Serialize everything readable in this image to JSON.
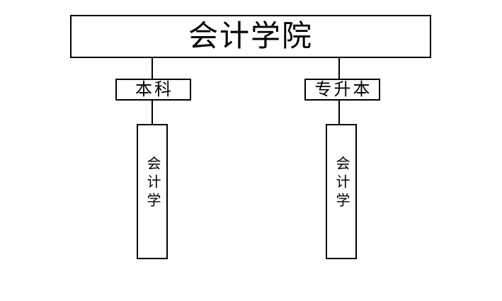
{
  "diagram": {
    "type": "org-chart",
    "title": "会计学院",
    "root": {
      "label": "会计学院"
    },
    "branches": [
      {
        "label": "本科",
        "child": {
          "label": "会计学"
        }
      },
      {
        "label": "专升本",
        "child": {
          "label": "会计学"
        }
      }
    ],
    "colors": {
      "background": "#ffffff",
      "border": "#000000",
      "text": "#000000"
    }
  }
}
